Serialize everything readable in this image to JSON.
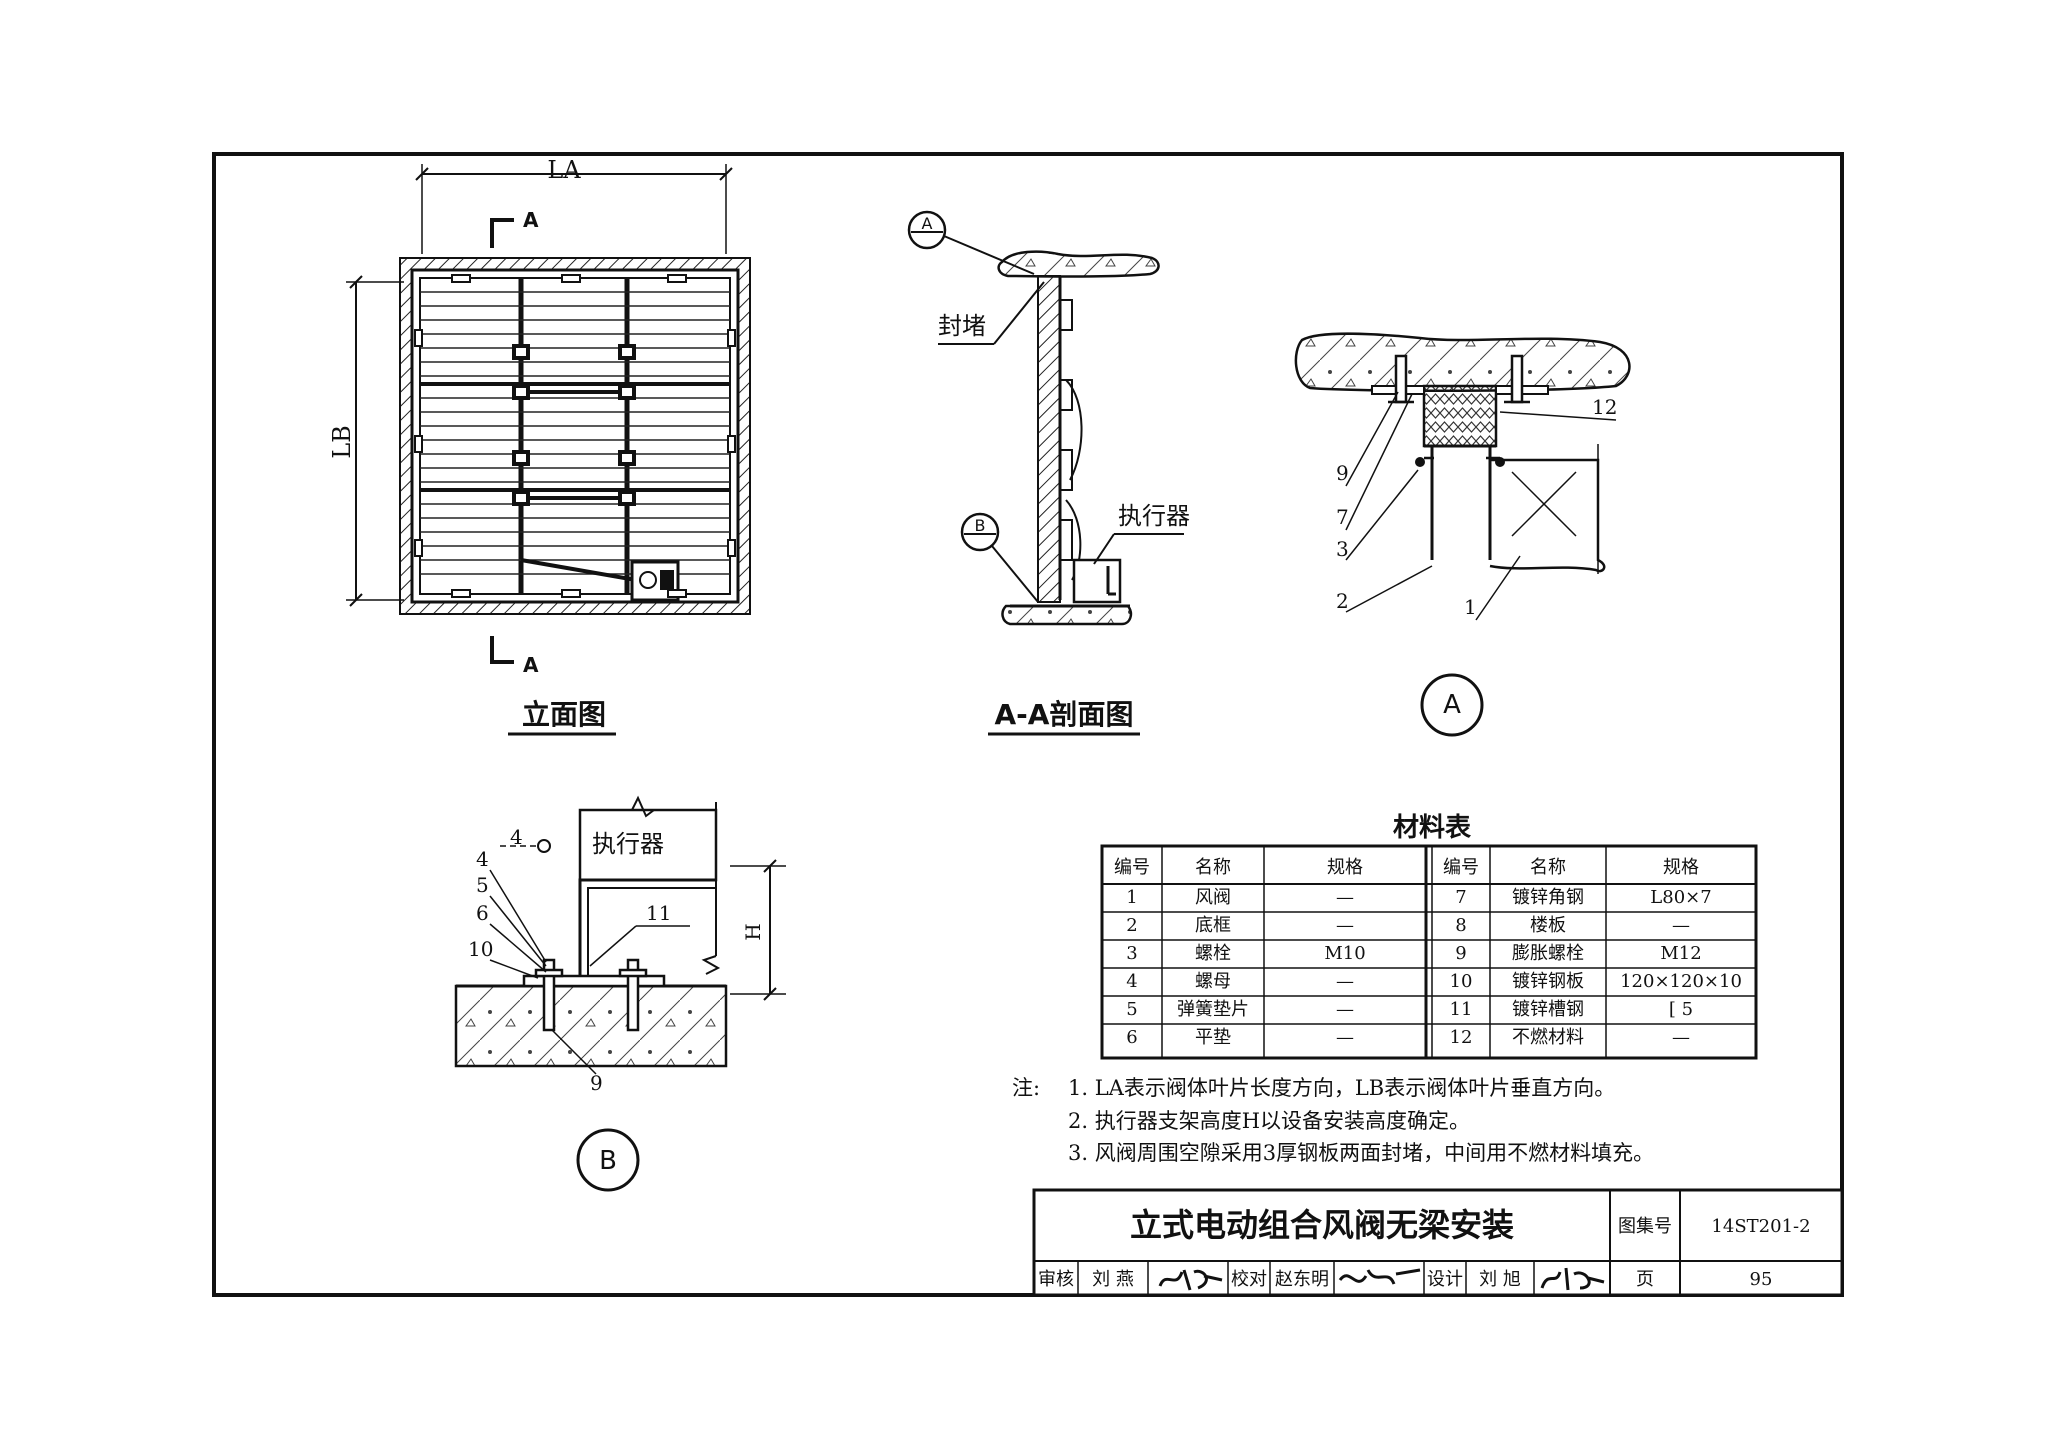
{
  "views": {
    "elevation": {
      "title": "立面图",
      "dim_la": "LA",
      "dim_lb": "LB",
      "section_mark": "A"
    },
    "section_aa": {
      "title": "A-A剖面图",
      "seal_label": "封堵",
      "actuator_label": "执行器",
      "callout_a": "A",
      "callout_b": "B"
    },
    "detail_a": {
      "marker": "A",
      "callouts": [
        "12",
        "9",
        "7",
        "3",
        "2",
        "1"
      ]
    },
    "detail_b": {
      "marker": "B",
      "actuator_label": "执行器",
      "height_label": "H",
      "callouts": [
        "4",
        "5",
        "6",
        "10",
        "11",
        "9"
      ]
    }
  },
  "material_table": {
    "title": "材料表",
    "headers": [
      "编号",
      "名称",
      "规格",
      "编号",
      "名称",
      "规格"
    ],
    "rows": [
      [
        "1",
        "风阀",
        "—",
        "7",
        "镀锌角钢",
        "L80×7"
      ],
      [
        "2",
        "底框",
        "—",
        "8",
        "楼板",
        "—"
      ],
      [
        "3",
        "螺栓",
        "M10",
        "9",
        "膨胀螺栓",
        "M12"
      ],
      [
        "4",
        "螺母",
        "—",
        "10",
        "镀锌钢板",
        "120×120×10"
      ],
      [
        "5",
        "弹簧垫片",
        "—",
        "11",
        "镀锌槽钢",
        "[ 5"
      ],
      [
        "6",
        "平垫",
        "—",
        "12",
        "不燃材料",
        "—"
      ]
    ]
  },
  "notes": {
    "label": "注:",
    "items": [
      "1. LA表示阀体叶片长度方向，LB表示阀体叶片垂直方向。",
      "2. 执行器支架高度H以设备安装高度确定。",
      "3. 风阀周围空隙采用3厚钢板两面封堵，中间用不燃材料填充。"
    ]
  },
  "title_block": {
    "title": "立式电动组合风阀无梁安装",
    "atlas_label": "图集号",
    "atlas_no": "14ST201-2",
    "review_label": "审核",
    "reviewer": "刘  燕",
    "check_label": "校对",
    "checker": "赵东明",
    "design_label": "设计",
    "designer": "刘  旭",
    "page_label": "页",
    "page_no": "95"
  }
}
